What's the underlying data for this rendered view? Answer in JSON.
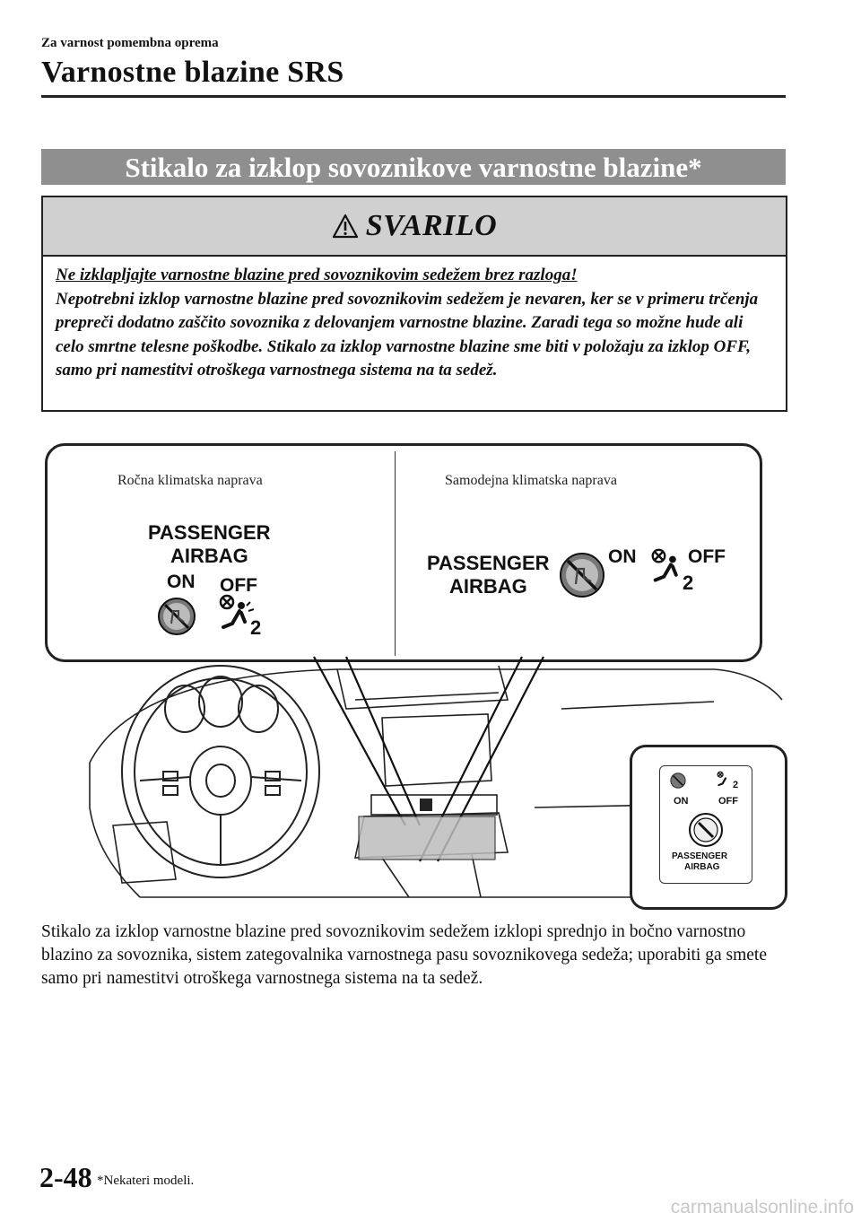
{
  "header": {
    "section": "Za varnost pomembna oprema",
    "title": "Varnostne blazine SRS"
  },
  "subsection": {
    "title": "Stikalo za izklop sovoznikove varnostne blazine*"
  },
  "warning": {
    "title": "SVARILO",
    "lead": "Ne izklapljajte varnostne blazine pred sovoznikovim sedežem brez razloga!",
    "body": "Nepotrebni izklop varnostne blazine pred sovoznikovim sedežem je nevaren, ker se v primeru trčenja prepreči dodatno zaščito sovoznika z delovanjem varnostne blazine. Zaradi tega so možne hude ali celo smrtne telesne poškodbe. Stikalo za izklop varnostne blazine sme biti v položaju za izklop OFF, samo pri namestitvi otroškega varnostnega sistema na ta sedež."
  },
  "figure": {
    "left_panel_label": "Ročna klimatska naprava",
    "right_panel_label": "Samodejna klimatska naprava",
    "indicator_line1": "PASSENGER",
    "indicator_line2": "AIRBAG",
    "on_label": "ON",
    "off_label": "OFF",
    "seat_number": "2"
  },
  "paragraph": "Stikalo za izklop varnostne blazine pred sovoznikovim sedežem izklopi sprednjo in bočno varnostno blazino za sovoznika, sistem zategovalnika varnostnega pasu sovoznikovega sedeža; uporabiti ga smete samo pri namestitvi otroškega varnostnega sistema na ta sedež.",
  "footer": {
    "page_number": "2-48",
    "footnote": "*Nekateri modeli.",
    "watermark": "carmanualsonline.info"
  }
}
